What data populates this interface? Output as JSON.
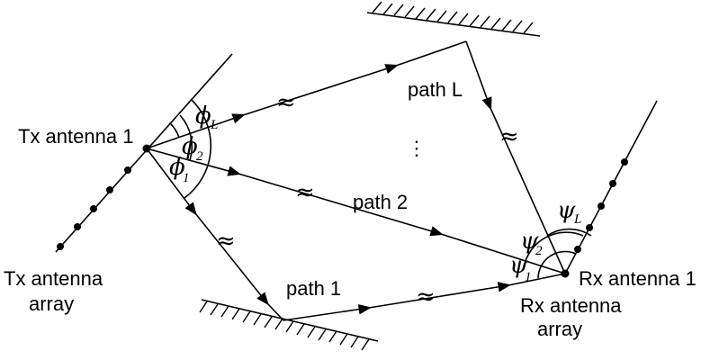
{
  "labels": {
    "tx_antenna": "Tx antenna 1",
    "tx_array_line1": "Tx antenna",
    "tx_array_line2": "array",
    "rx_antenna": "Rx antenna 1",
    "rx_array_line1": "Rx antenna",
    "rx_array_line2": "array",
    "path_L": "path L",
    "path_2": "path 2",
    "path_1": "path 1",
    "ellipsis": "⋮"
  },
  "angles": {
    "phi_symbol": "ϕ",
    "phi_L_sub": "L",
    "phi_2_sub": "2",
    "phi_1_sub": "1",
    "psi_symbol": "ψ",
    "psi_L_sub": "L",
    "psi_2_sub": "2",
    "psi_1_sub": "1"
  },
  "symbols": {
    "break_mark": "≈"
  }
}
